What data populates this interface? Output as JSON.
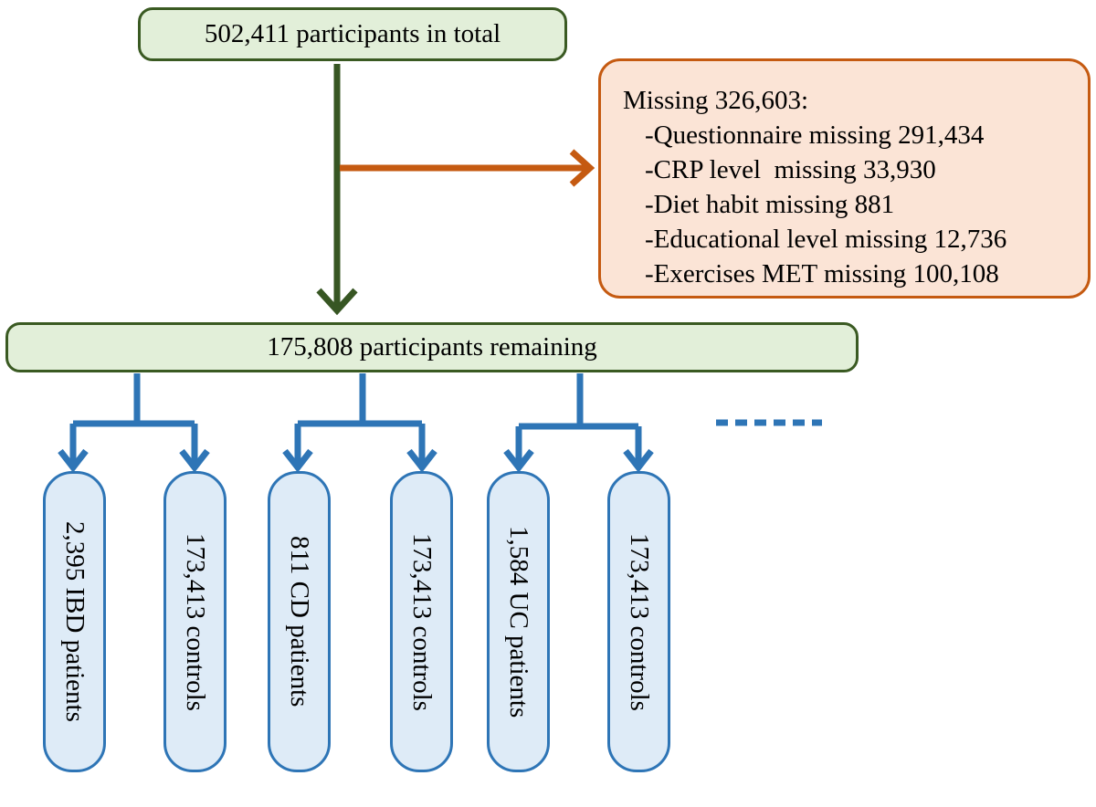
{
  "total": {
    "label": "502,411 participants in total"
  },
  "missing": {
    "title": "Missing 326,603:",
    "items": [
      "-Questionnaire missing 291,434",
      "-CRP level  missing 33,930",
      "-Diet habit missing 881",
      "-Educational level missing 12,736",
      "-Exercises MET missing 100,108"
    ]
  },
  "remaining": {
    "label": "175,808 participants remaining"
  },
  "groups": [
    {
      "case_label": "2,395 IBD patients",
      "control_label": "173,413 controls"
    },
    {
      "case_label": "811 CD patients",
      "control_label": "173,413 controls"
    },
    {
      "case_label": "1,584 UC patients",
      "control_label": "173,413 controls"
    }
  ],
  "colors": {
    "main_arrow": "#375623",
    "exclusion_arrow": "#c55a11",
    "split_arrows": "#2e75b6",
    "green_fill": "#e2efd9",
    "orange_fill": "#fbe4d6",
    "blue_fill": "#deebf7"
  }
}
